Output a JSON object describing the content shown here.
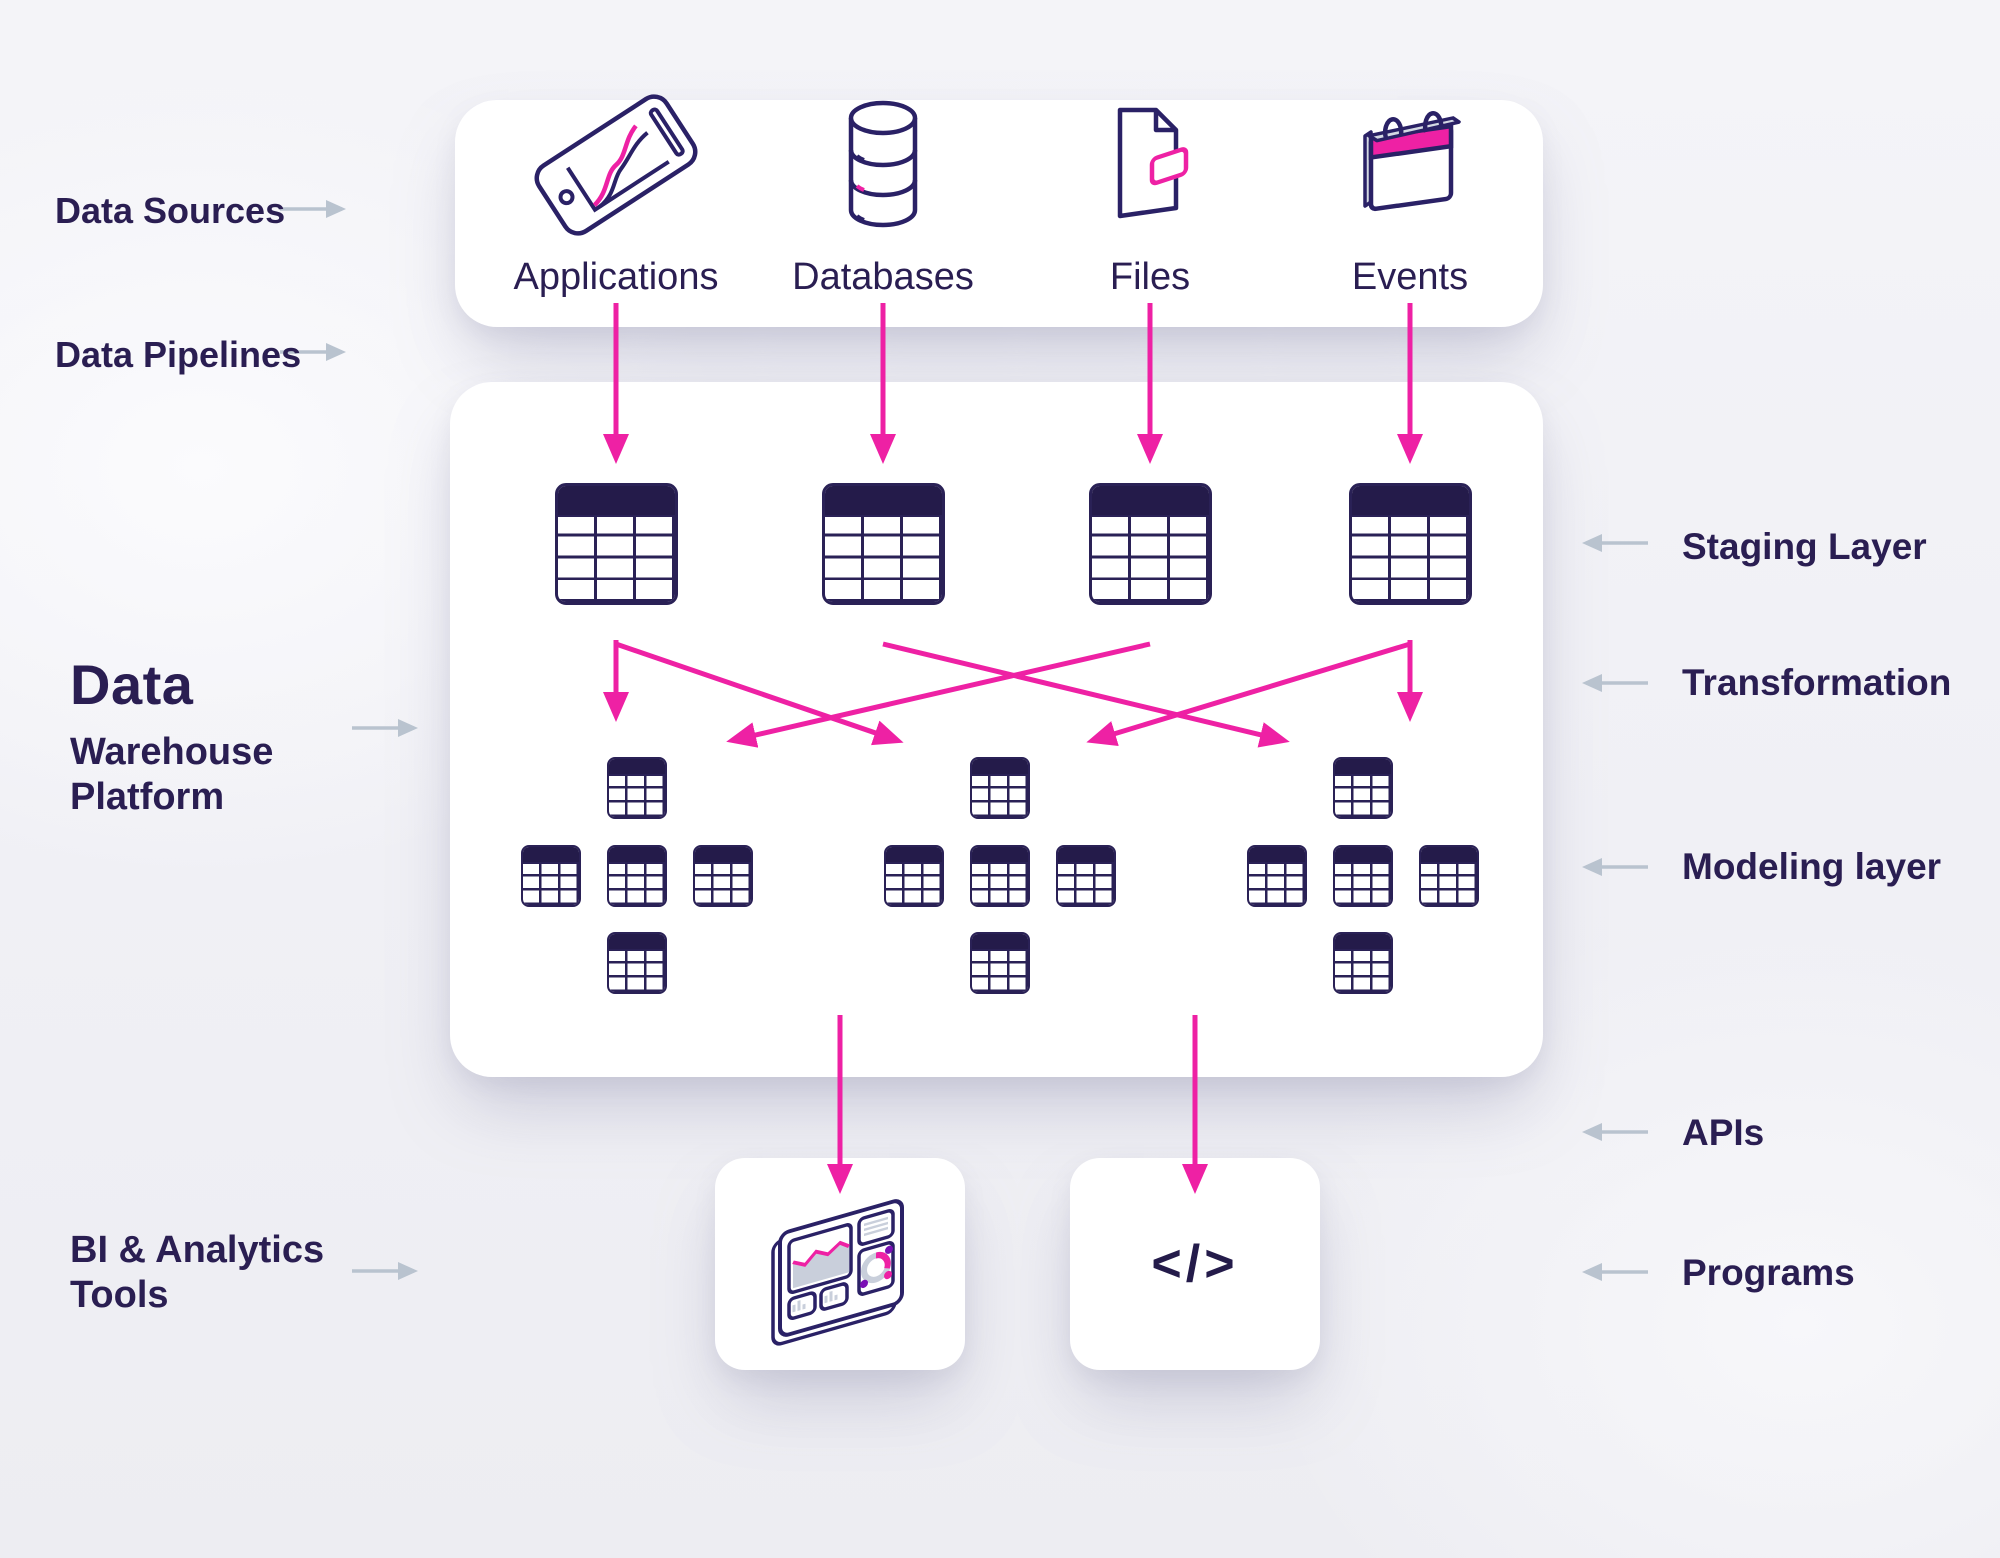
{
  "left_labels": {
    "data_sources": "Data Sources",
    "data_pipelines": "Data Pipelines",
    "platform_title": "Data",
    "platform_subtitle": "Warehouse\nPlatform",
    "bi_tools": "BI & Analytics\nTools"
  },
  "right_labels": {
    "staging": "Staging Layer",
    "transformation": "Transformation",
    "modeling": "Modeling layer",
    "apis": "APIs",
    "programs": "Programs"
  },
  "sources": [
    {
      "label": "Applications",
      "icon": "phone-chart-icon"
    },
    {
      "label": "Databases",
      "icon": "database-cylinder-icon"
    },
    {
      "label": "Files",
      "icon": "document-icon"
    },
    {
      "label": "Events",
      "icon": "calendar-icon"
    }
  ],
  "bottom_tools": [
    {
      "name": "bi-dashboard",
      "icon": "dashboard-icon"
    },
    {
      "name": "programs",
      "icon": "code-icon",
      "glyph": "</>"
    }
  ],
  "structure": {
    "staging_table_count": 4,
    "modeling_cluster_count": 3,
    "tables_per_cluster": 5
  },
  "colors": {
    "pink": "#ee21a4",
    "navy": "#241b4a",
    "text_navy": "#2a1e52",
    "arrow_gray": "#b9c3cf",
    "background": "#f1f1f6",
    "card_white": "#ffffff",
    "icon_gray": "#d4d9e3"
  }
}
